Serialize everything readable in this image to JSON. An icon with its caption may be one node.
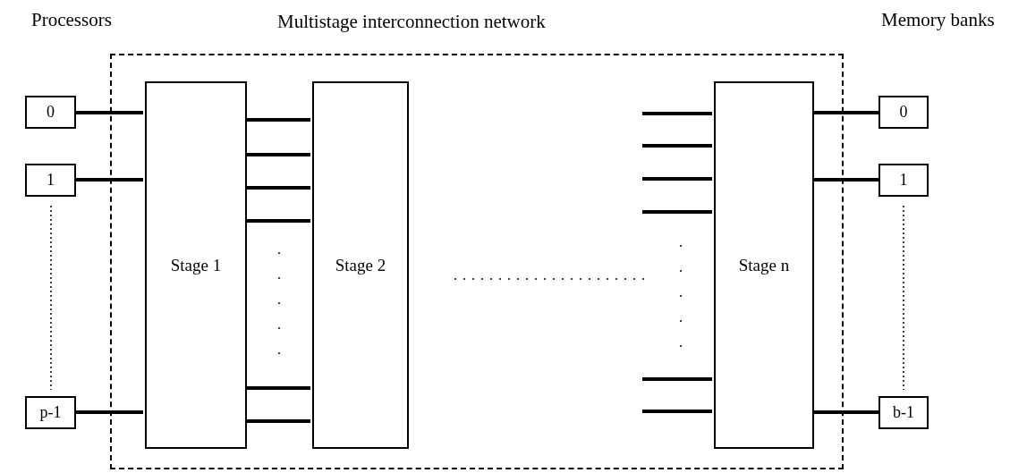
{
  "diagram": {
    "nodes": [
      {
        "text": [
          "Multistage interconnection network"
        ]
      },
      {
        "text": [
          "0"
        ]
      },
      {
        "text": [
          "1"
        ]
      },
      {
        "text": [
          "p-1"
        ]
      },
      {
        "text": [
          "Stage 1"
        ],
        "in": 0
      },
      {
        "text": [
          "Stage 2"
        ],
        "in": 0
      },
      {
        "text": [
          "Stage n"
        ],
        "in": 0
      },
      {
        "text": [
          "0"
        ]
      },
      {
        "text": [
          "1"
        ]
      },
      {
        "text": [
          "b-1"
        ]
      }
    ],
    "edges": [
      {
        "from": 1,
        "to": 4,
        "arrow": "none"
      },
      {
        "from": 2,
        "to": 4,
        "arrow": "none"
      },
      {
        "from": 3,
        "to": 4,
        "arrow": "none"
      },
      {
        "from": 4,
        "to": 5,
        "arrow": "none"
      },
      {
        "from": 4,
        "to": 5,
        "arrow": "none"
      },
      {
        "from": 4,
        "to": 5,
        "arrow": "none"
      },
      {
        "from": 4,
        "to": 5,
        "arrow": "none"
      },
      {
        "from": 4,
        "to": 5,
        "arrow": "none"
      },
      {
        "from": 4,
        "to": 5,
        "arrow": "none"
      },
      {
        "from": null,
        "to": 6,
        "arrow": "none"
      },
      {
        "from": null,
        "to": 6,
        "arrow": "none"
      },
      {
        "from": null,
        "to": 6,
        "arrow": "none"
      },
      {
        "from": null,
        "to": 6,
        "arrow": "none"
      },
      {
        "from": null,
        "to": 6,
        "arrow": "none"
      },
      {
        "from": null,
        "to": 6,
        "arrow": "none"
      },
      {
        "from": 6,
        "to": 7,
        "arrow": "none"
      },
      {
        "from": 6,
        "to": 8,
        "arrow": "none"
      },
      {
        "from": 6,
        "to": 9,
        "arrow": "none"
      }
    ],
    "labels": [
      "Processors",
      "Memory banks"
    ]
  }
}
